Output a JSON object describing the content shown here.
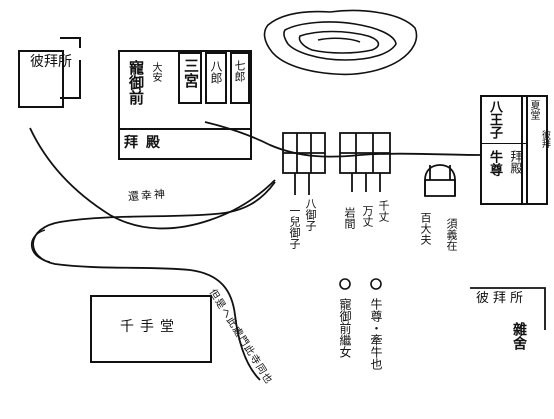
{
  "colors": {
    "ink": "#111111",
    "paper": "#ffffff"
  },
  "labels": {
    "haiden_left": "彼拜所",
    "inner_shrine_title": "寵御前",
    "inner_shrine_small": "大安",
    "sannomiya": "三宮",
    "hachiro": "八郎",
    "shichiro": "七郎",
    "haiden_main": "拜殿",
    "hachioji": "八王子",
    "nyaku_right": "牛尊",
    "kuramuro": "夏堂",
    "haiden_right_small": "彼拜",
    "haiden_right": "拜殿",
    "path_kami": "還幸神",
    "ichiban": "一兒御子",
    "hachi_goshi": "八御子",
    "iwama": "岩間",
    "manjo": "万丈",
    "senbun": "千丈",
    "hyakudayu": "百大夫",
    "kanki": "須義在",
    "kore_tsuyu": "但是ヘ此處門此寺同也",
    "enoki_left": "寵御前繼女",
    "nyaku_note": "牛尊・牽牛也",
    "haiden_bottom": "彼拜所",
    "kanso": "雜舍",
    "senjudo": "千手堂"
  }
}
